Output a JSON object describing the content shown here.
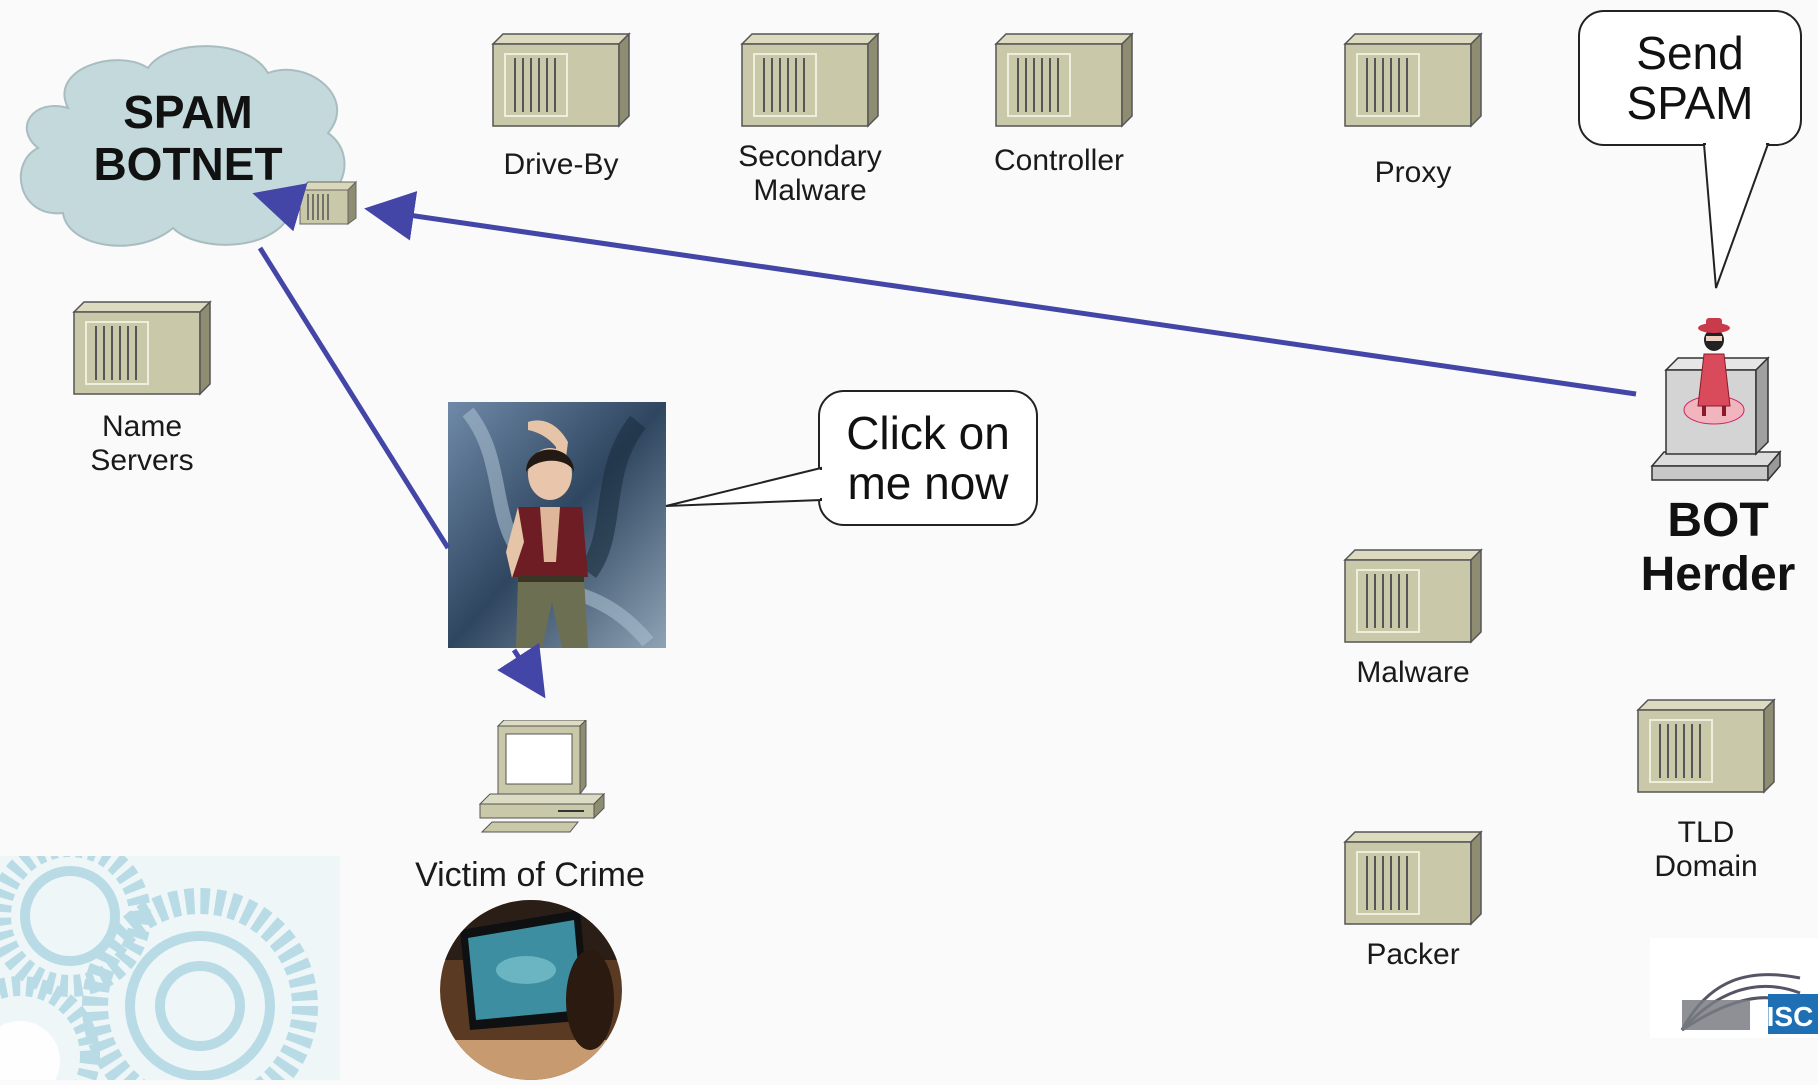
{
  "botnet": {
    "title": "SPAM\nBOTNET"
  },
  "servers": {
    "drive_by": "Drive-By",
    "secondary_malware": "Secondary\nMalware",
    "controller": "Controller",
    "proxy": "Proxy",
    "name_servers": "Name\nServers",
    "malware": "Malware",
    "packer": "Packer",
    "tld_domain": "TLD\nDomain"
  },
  "bubbles": {
    "send_spam": "Send\nSPAM",
    "click_on_me": "Click on\nme now"
  },
  "bot_herder": {
    "label": "BOT\nHerder"
  },
  "victim": {
    "label": "Victim of Crime"
  },
  "logo": {
    "text": "ISC"
  },
  "colors": {
    "arrow": "#4346a6",
    "cloud": "#c4d9dc",
    "server": "#c9c8a8",
    "server_dark": "#8e8d72"
  }
}
